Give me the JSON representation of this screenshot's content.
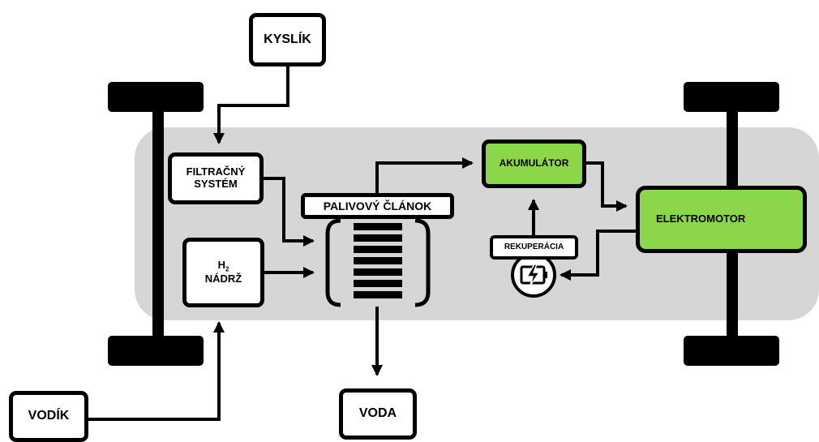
{
  "nodes": {
    "kyslik": "KYSLÍK",
    "filter_line1": "FILTRAČNÝ",
    "filter_line2": "SYSTÉM",
    "h2_symbol": "H",
    "h2_subscript": "2",
    "h2_tank": "NÁDRŽ",
    "fuel_cell": "PALIVOVÝ ČLÁNOK",
    "accumulator": "AKUMULÁTOR",
    "recuperation": "REKUPERÁCIA",
    "motor": "ELEKTROMOTOR",
    "hydrogen": "VODÍK",
    "water": "VODA"
  },
  "icons": {
    "motor": "lightning-bolt-icon",
    "recuperation": "battery-charging-icon"
  },
  "colors": {
    "chassis": "#d6d6d6",
    "green": "#8cd64a",
    "stroke": "#000000",
    "box_fill": "#ffffff"
  }
}
